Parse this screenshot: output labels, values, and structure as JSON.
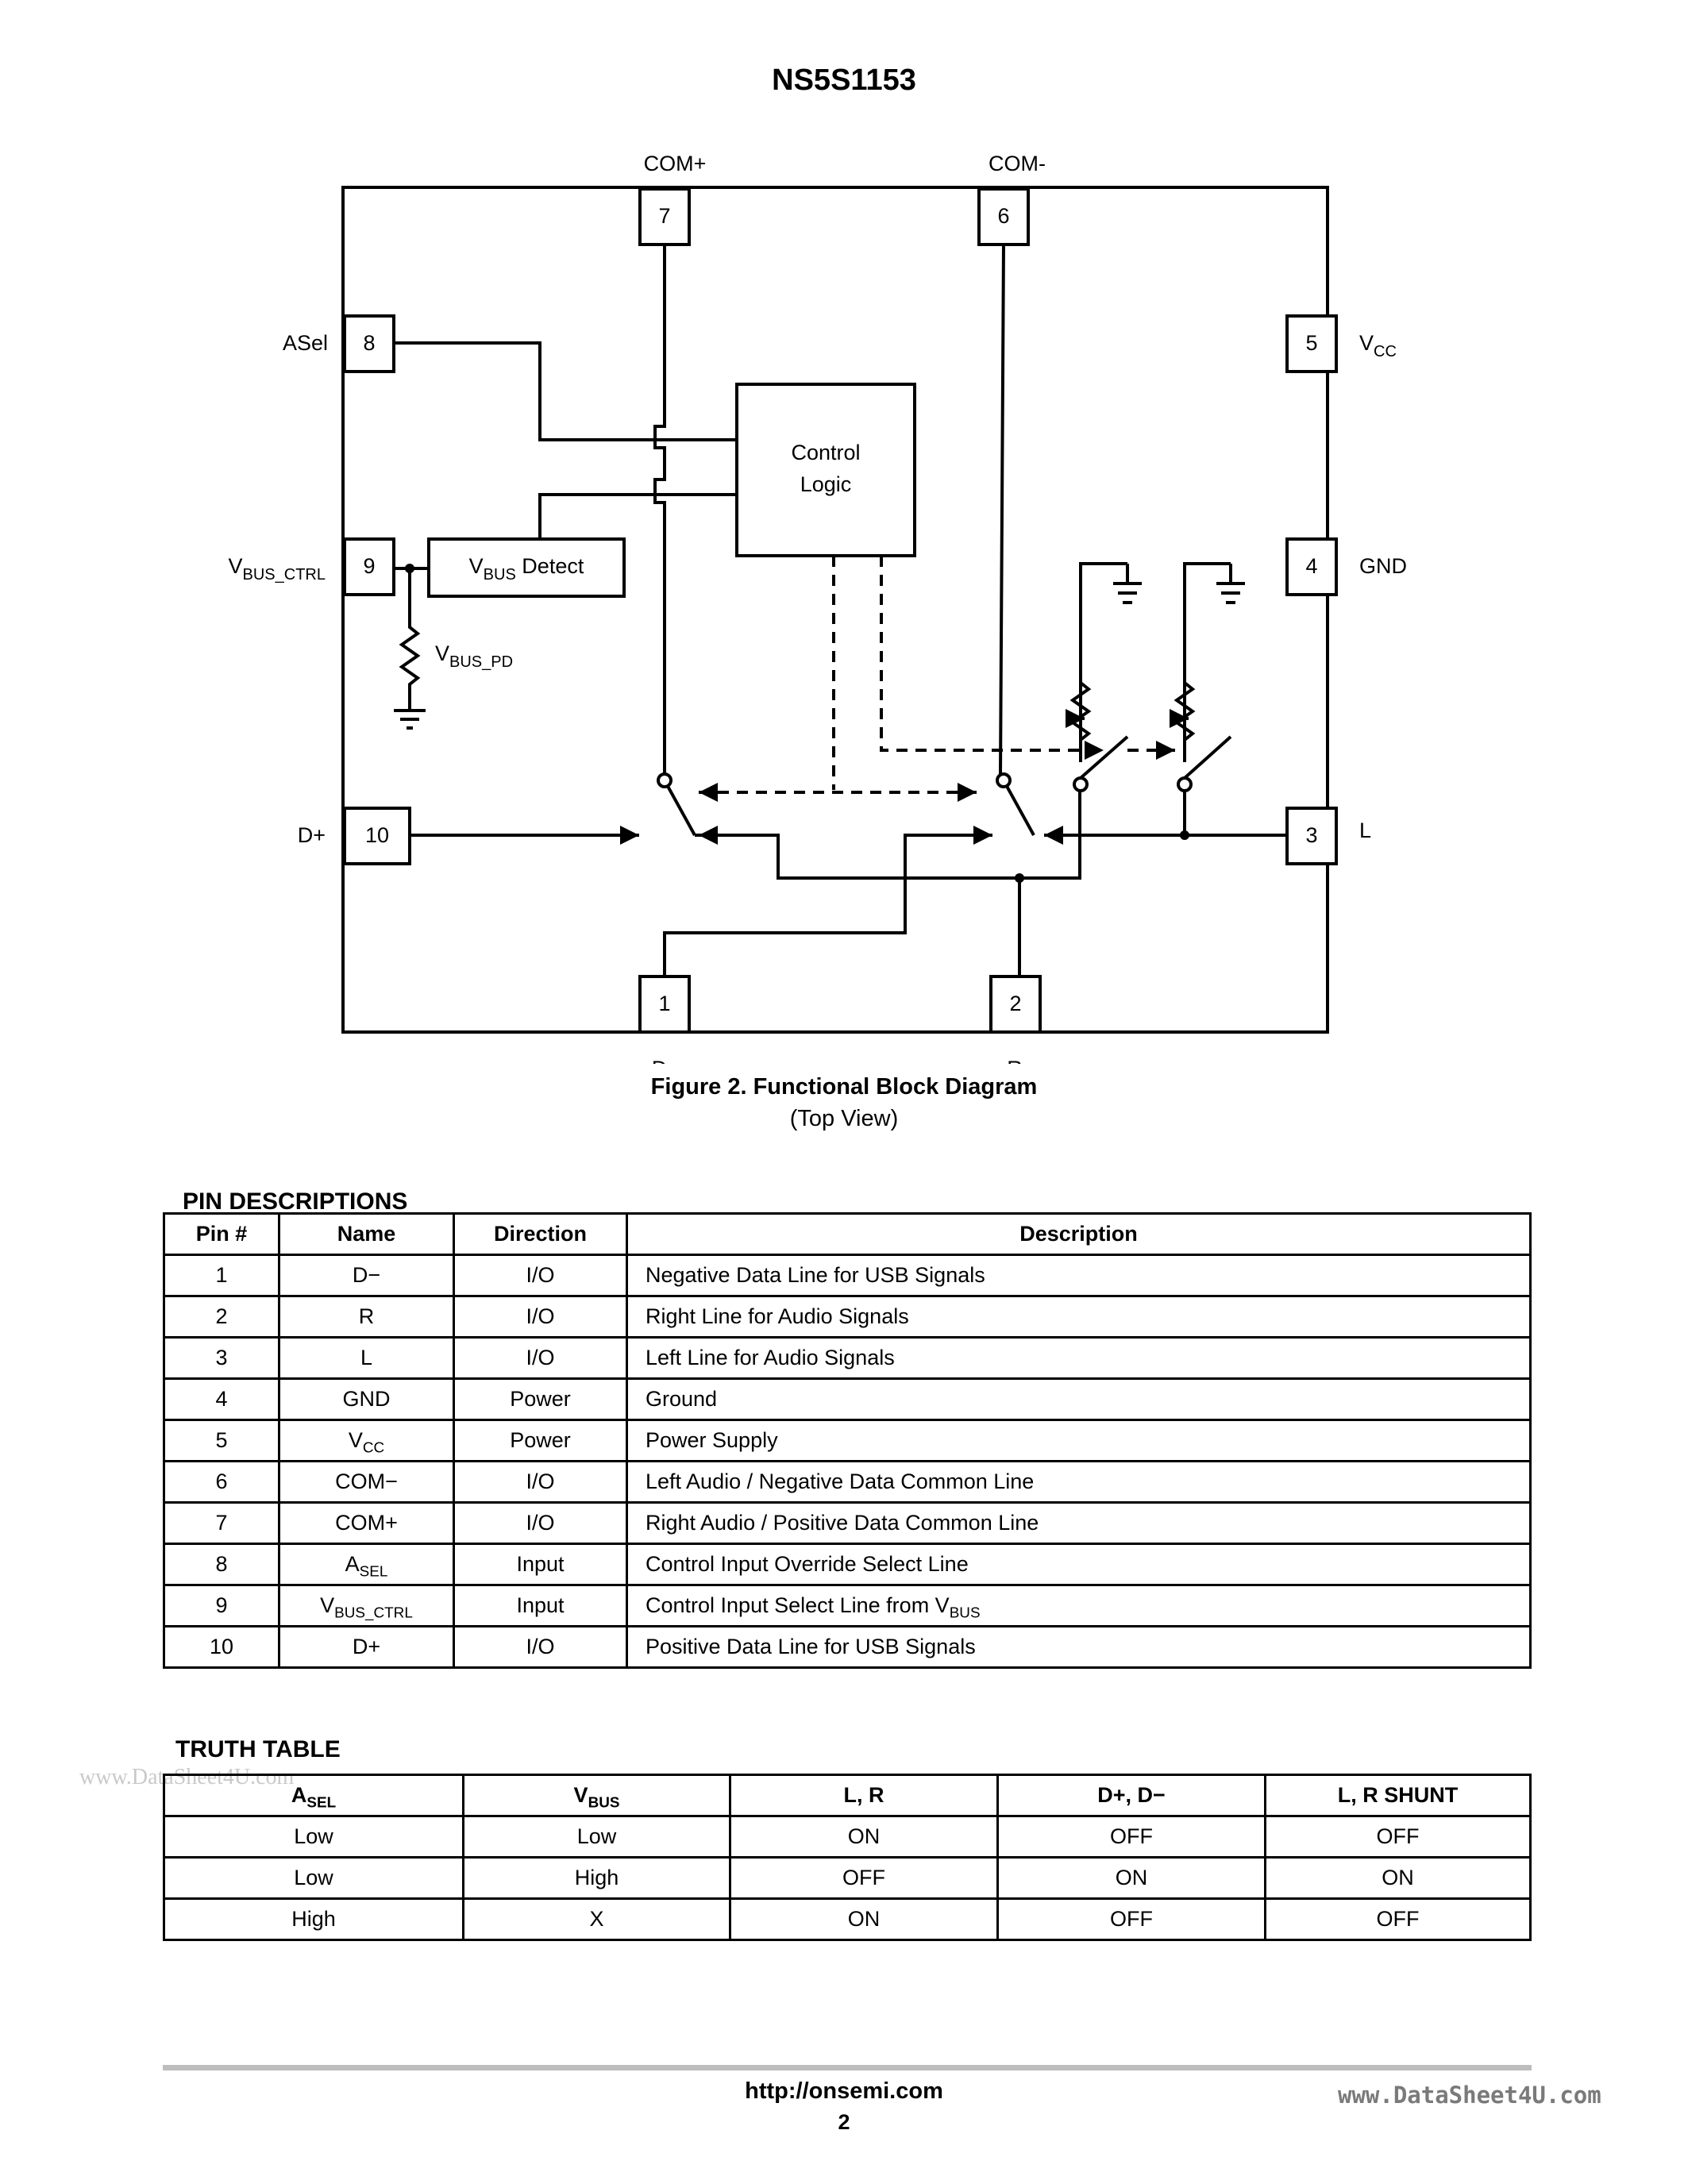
{
  "header": {
    "title": "NS5S1153"
  },
  "diagram": {
    "pin_labels": {
      "com_plus": "COM+",
      "com_minus": "COM-",
      "asel": "ASel",
      "vcc_main": "V",
      "vcc_sub": "CC",
      "vbus_ctrl_main": "V",
      "vbus_ctrl_sub": "BUS_CTRL",
      "gnd": "GND",
      "dplus": "D+",
      "l": "L",
      "dminus": "D-",
      "r": "R"
    },
    "pin_numbers": {
      "p1": "1",
      "p2": "2",
      "p3": "3",
      "p4": "4",
      "p5": "5",
      "p6": "6",
      "p7": "7",
      "p8": "8",
      "p9": "9",
      "p10": "10"
    },
    "control_logic": {
      "line1": "Control",
      "line2": "Logic"
    },
    "vbus_detect": {
      "main": "V",
      "sub": "BUS",
      "rest": " Detect"
    },
    "vbus_pd": {
      "main": "V",
      "sub": "BUS_PD"
    }
  },
  "figure": {
    "caption": "Figure 2. Functional Block Diagram",
    "subcaption": "(Top View)"
  },
  "pin_table": {
    "heading": "PIN DESCRIPTIONS",
    "headers": [
      "Pin #",
      "Name",
      "Direction",
      "Description"
    ],
    "rows": [
      {
        "pin": "1",
        "name": "D−",
        "name_sub": "",
        "direction": "I/O",
        "desc": "Negative Data Line for USB Signals",
        "desc_sub": ""
      },
      {
        "pin": "2",
        "name": "R",
        "name_sub": "",
        "direction": "I/O",
        "desc": "Right Line for Audio Signals",
        "desc_sub": ""
      },
      {
        "pin": "3",
        "name": "L",
        "name_sub": "",
        "direction": "I/O",
        "desc": "Left Line for Audio Signals",
        "desc_sub": ""
      },
      {
        "pin": "4",
        "name": "GND",
        "name_sub": "",
        "direction": "Power",
        "desc": "Ground",
        "desc_sub": ""
      },
      {
        "pin": "5",
        "name": "V",
        "name_sub": "CC",
        "direction": "Power",
        "desc": "Power Supply",
        "desc_sub": ""
      },
      {
        "pin": "6",
        "name": "COM−",
        "name_sub": "",
        "direction": "I/O",
        "desc": "Left Audio / Negative Data Common Line",
        "desc_sub": ""
      },
      {
        "pin": "7",
        "name": "COM+",
        "name_sub": "",
        "direction": "I/O",
        "desc": "Right Audio / Positive Data Common Line",
        "desc_sub": ""
      },
      {
        "pin": "8",
        "name": "A",
        "name_sub": "SEL",
        "direction": "Input",
        "desc": "Control Input Override Select Line",
        "desc_sub": ""
      },
      {
        "pin": "9",
        "name": "V",
        "name_sub": "BUS_CTRL",
        "direction": "Input",
        "desc": "Control Input Select Line from V",
        "desc_sub": "BUS"
      },
      {
        "pin": "10",
        "name": "D+",
        "name_sub": "",
        "direction": "I/O",
        "desc": "Positive Data Line for USB Signals",
        "desc_sub": ""
      }
    ]
  },
  "truth_table": {
    "heading": "TRUTH TABLE",
    "headers": [
      {
        "main": "A",
        "sub": "SEL"
      },
      {
        "main": "V",
        "sub": "BUS"
      },
      {
        "main": "L, R",
        "sub": ""
      },
      {
        "main": "D+, D−",
        "sub": ""
      },
      {
        "main": "L, R SHUNT",
        "sub": ""
      }
    ],
    "rows": [
      [
        "Low",
        "Low",
        "ON",
        "OFF",
        "OFF"
      ],
      [
        "Low",
        "High",
        "OFF",
        "ON",
        "ON"
      ],
      [
        "High",
        "X",
        "ON",
        "OFF",
        "OFF"
      ]
    ]
  },
  "watermark_left": "www.DataSheet4U.com",
  "footer": {
    "url": "http://onsemi.com",
    "page": "2",
    "watermark": "www.DataSheet4U.com"
  }
}
